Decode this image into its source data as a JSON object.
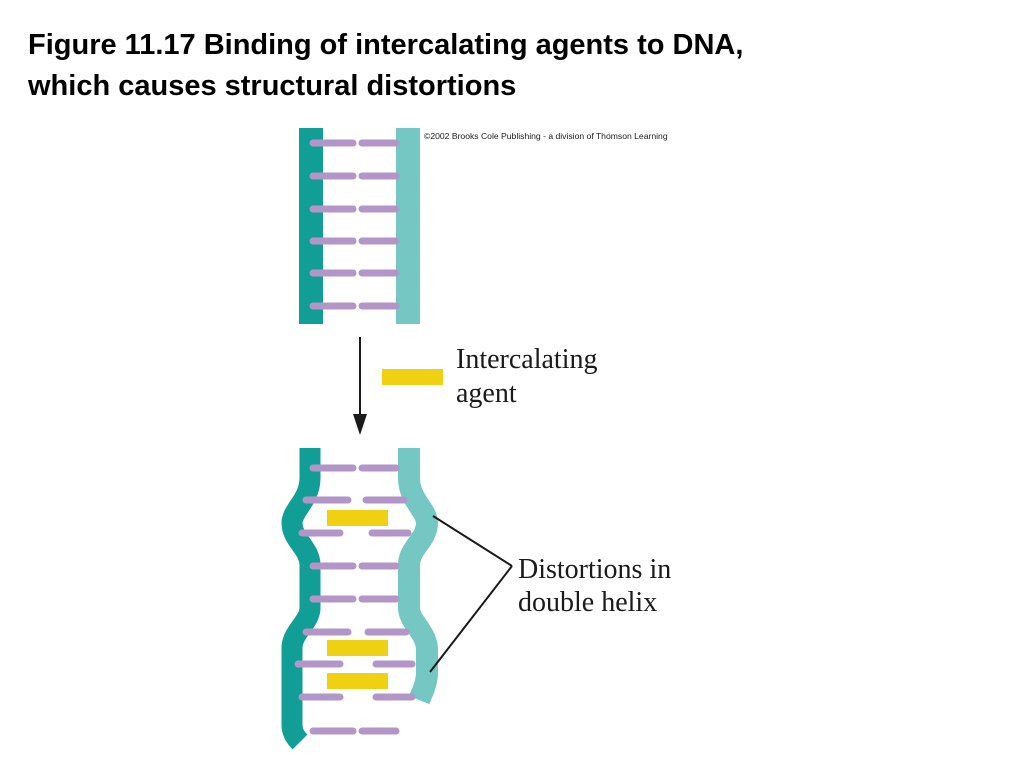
{
  "title": {
    "line1": "Figure 11.17 Binding of intercalating agents to DNA,",
    "line2": "which causes structural distortions"
  },
  "figure": {
    "copyright": "©2002 Brooks Cole Publishing - a division of Thomson Learning",
    "legend": {
      "line1": "Intercalating",
      "line2": "agent"
    },
    "callout": {
      "line1": "Distortions in",
      "line2": "double helix"
    },
    "colors": {
      "strand_left": "#119e96",
      "strand_right": "#74c7c2",
      "base_pair": "#b396c8",
      "intercalator": "#f0d012",
      "arrow": "#1a1a1a"
    }
  }
}
